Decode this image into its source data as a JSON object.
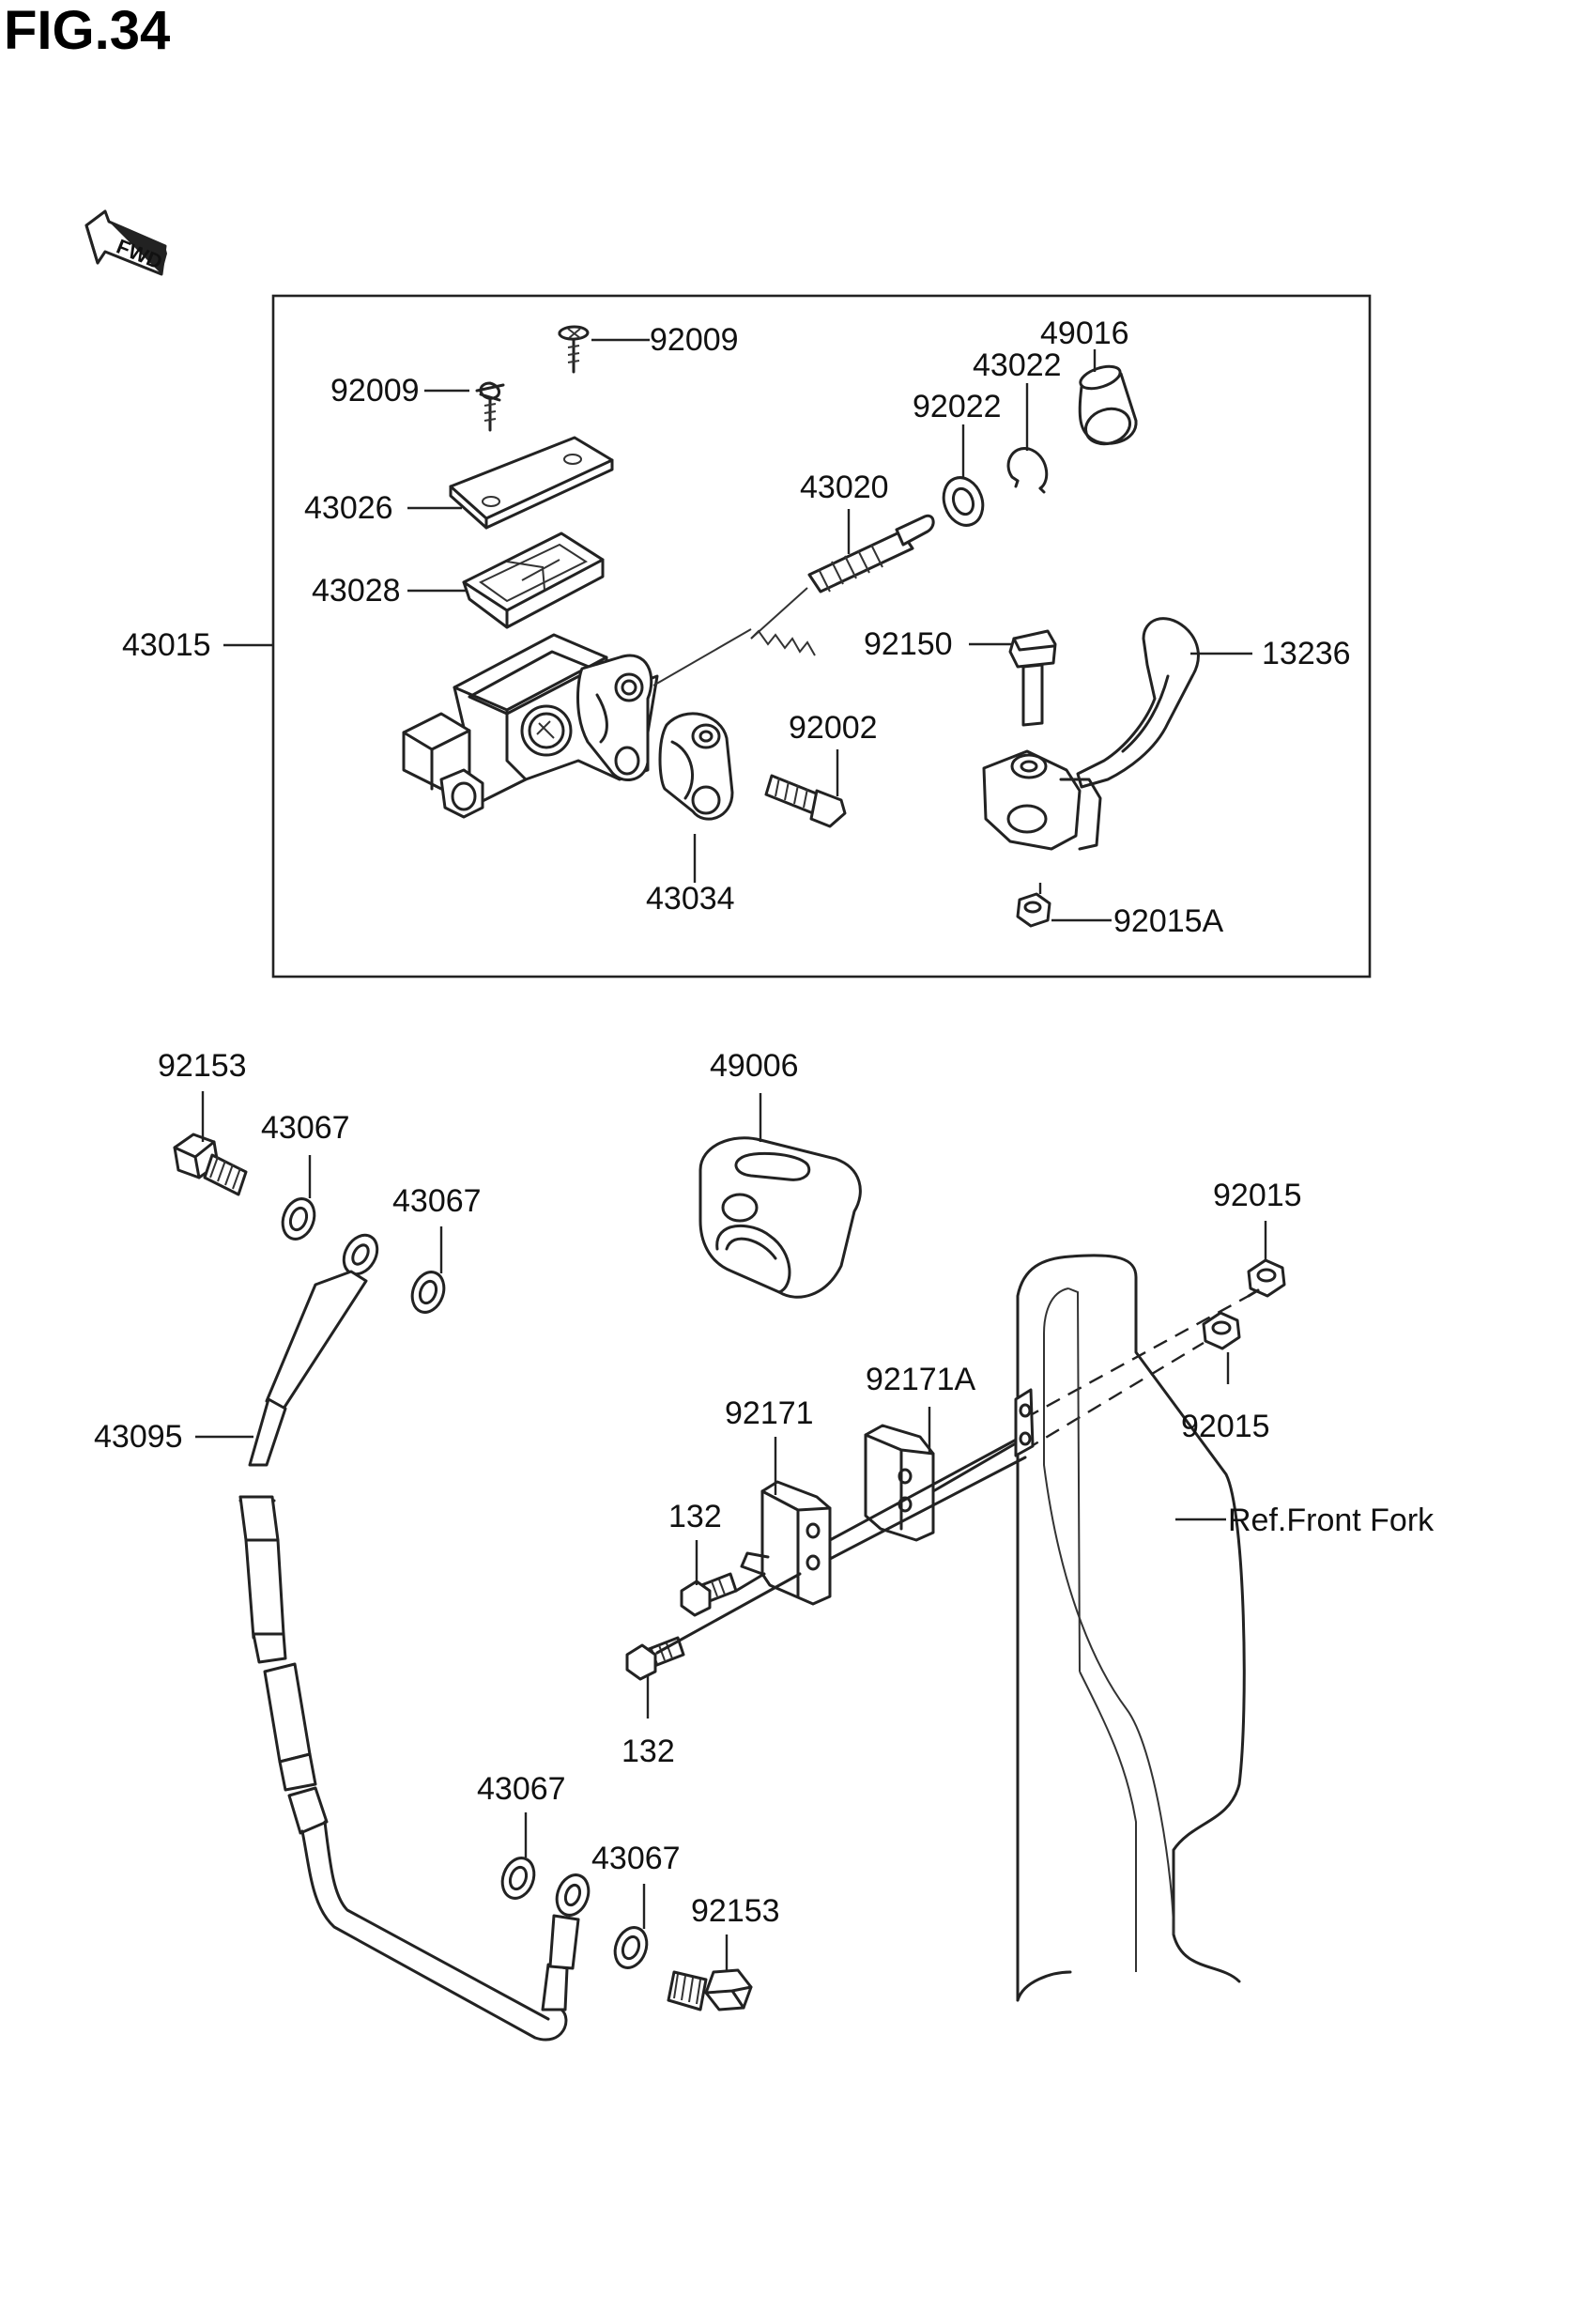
{
  "figure": {
    "title": "FIG.34",
    "fwd_icon": "fwd-arrow-icon",
    "fwd_text": "FWD"
  },
  "parts": {
    "p43015": "43015",
    "p92009a": "92009",
    "p92009b": "92009",
    "p43026": "43026",
    "p43028": "43028",
    "p43020": "43020",
    "p92022": "92022",
    "p43022": "43022",
    "p49016": "49016",
    "p92150": "92150",
    "p13236": "13236",
    "p92002": "92002",
    "p43034": "43034",
    "p92015A": "92015A",
    "p92153a": "92153",
    "p43067a": "43067",
    "p43067b": "43067",
    "p43095": "43095",
    "p49006": "49006",
    "p92015a": "92015",
    "p92015b": "92015",
    "p92171A": "92171A",
    "p92171": "92171",
    "p132a": "132",
    "p132b": "132",
    "p43067c": "43067",
    "p43067d": "43067",
    "p92153b": "92153",
    "ref_front_fork": "Ref.Front Fork"
  }
}
